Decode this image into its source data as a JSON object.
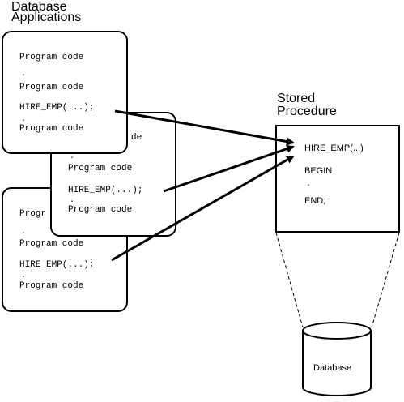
{
  "diagram": {
    "apps_title_line1": "Database",
    "apps_title_line2": "Applications",
    "proc_title_line1": "Stored",
    "proc_title_line2": "Procedure",
    "app1": {
      "line1": "Program code",
      "dot1": ".",
      "line2": "Program code",
      "call": "HIRE_EMP(...);",
      "dot2": ".",
      "line3": "Program code"
    },
    "app2": {
      "fragment": "de",
      "dot1": ".",
      "line2": "Program code",
      "call": "HIRE_EMP(...);",
      "dot2": ".",
      "line3": "Program code"
    },
    "app3": {
      "fragment": "Progr",
      "dot1": ".",
      "line2": "Program code",
      "call": "HIRE_EMP(...);",
      "dot2": ".",
      "line3": "Program code"
    },
    "procedure": {
      "header": "HIRE_EMP(...)",
      "begin": "BEGIN",
      "dot": ".",
      "end": "END;"
    },
    "database_label": "Database"
  }
}
